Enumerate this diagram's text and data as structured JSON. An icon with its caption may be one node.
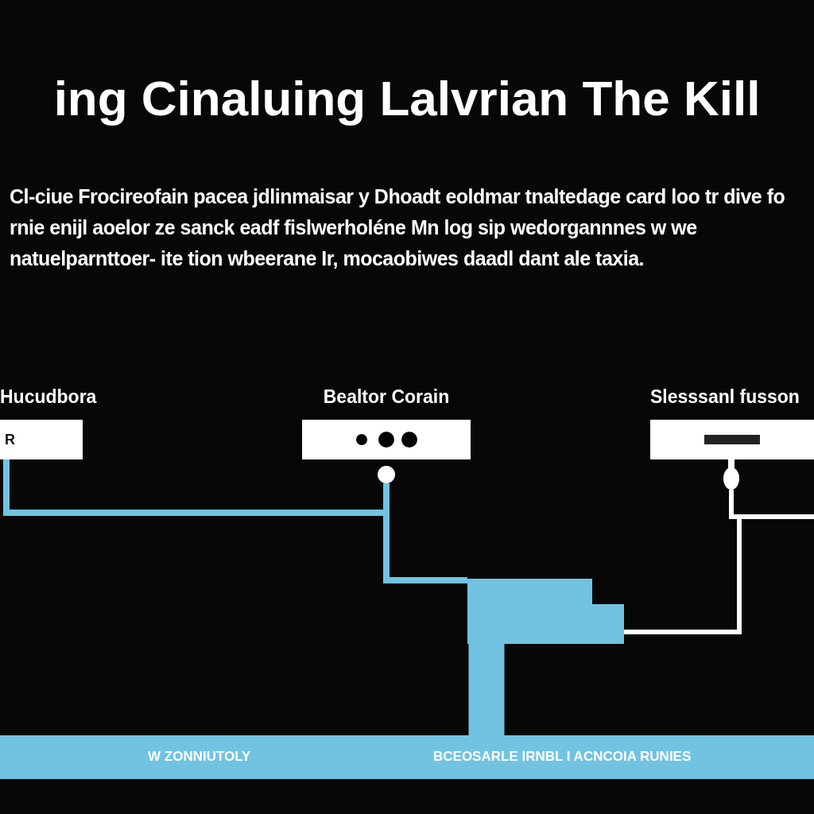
{
  "diagram": {
    "title": "ing Cinaluing Lalvrian The Kill",
    "nodes": [
      {
        "text": [
          "Hucudbora",
          "R"
        ]
      },
      {
        "text": [
          "Bealtor Corain"
        ]
      },
      {
        "text": [
          "Slesssanl fusson"
        ]
      },
      {
        "text": [],
        "shape": "box"
      },
      {
        "text": [
          "W ZONNIUTOLY",
          "BCEOSARLE IRNBL I ACNCOIA RUNIES"
        ]
      }
    ],
    "edges": [
      {
        "from": 0,
        "to": 1,
        "arrow": "none"
      },
      {
        "from": 1,
        "to": 3,
        "arrow": "none"
      },
      {
        "from": 3,
        "to": 4,
        "arrow": "none",
        "style": "thick"
      },
      {
        "from": 2,
        "to": 3,
        "arrow": "none",
        "color": "#ffffff"
      },
      {
        "from": 2,
        "to": null,
        "arrow": "none",
        "color": "#ffffff"
      }
    ],
    "labels": [
      "Cl-ciue Frocireofain pacea jdlinmaisar y Dhoadt eoldmar tnaltedage card loo tr dive fo rnie enijl aoelor ze sanck eadf fislwerholéne Mn log sip wedorgannnes w we natuelparnttoer- ite tion wbeerane Ir, mocaobiwes daadl dant ale taxia."
    ]
  }
}
